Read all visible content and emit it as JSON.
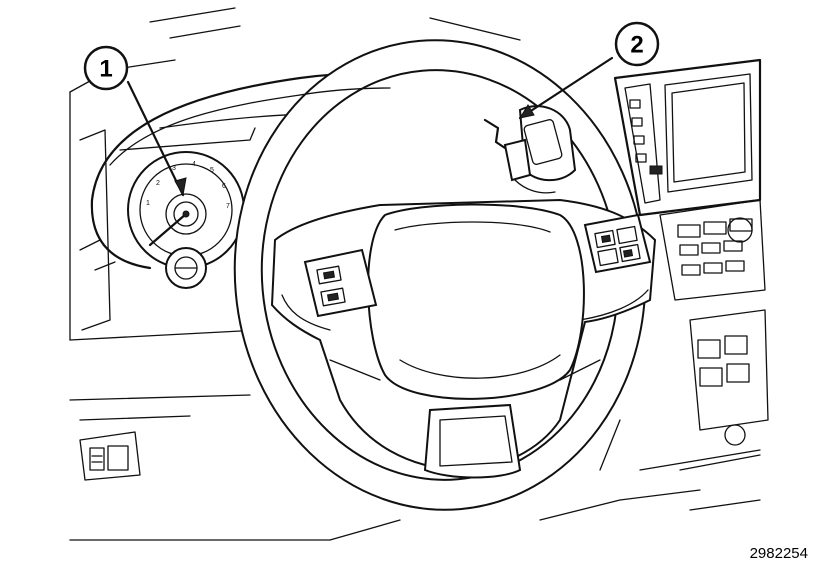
{
  "callouts": [
    {
      "label": "1",
      "target": "instrument-cluster"
    },
    {
      "label": "2",
      "target": "cluster-connector"
    }
  ],
  "figure_id": "2982254"
}
